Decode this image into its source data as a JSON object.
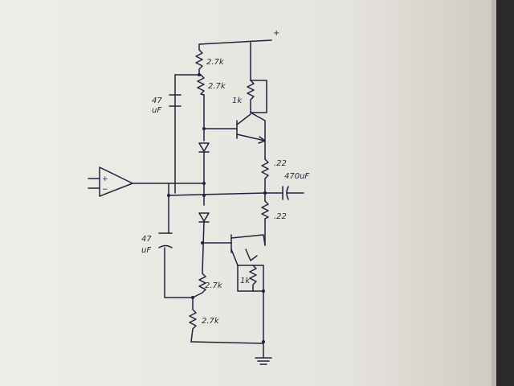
{
  "schematic": {
    "supply_positive": "+",
    "opamp_plus": "+",
    "opamp_minus": "−",
    "labels": {
      "r_top_1": "2.7k",
      "r_top_2": "2.7k",
      "r_top_emitter": "1k",
      "cap_top_value": "47",
      "cap_top_unit": "uF",
      "r_emitter_upper": ".22",
      "output_cap": "470uF",
      "r_emitter_lower": ".22",
      "cap_bottom_value": "47",
      "cap_bottom_unit": "uF",
      "r_bottom_emitter": "1k",
      "r_bottom_1": "2.7k",
      "r_bottom_2": "2.7k"
    }
  },
  "colors": {
    "paper": "#e9e7e1",
    "ink": "#1d2440",
    "background": "#2a2a2a"
  }
}
